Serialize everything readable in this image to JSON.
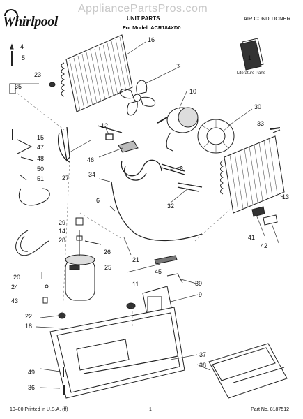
{
  "header": {
    "brand": "Whirlpool",
    "watermark": "AppliancePartsPros.com",
    "title": "UNIT PARTS",
    "model_line": "For Model: ACR184XD0",
    "category": "AIR CONDITIONER"
  },
  "literature_label": "Literature Parts",
  "callouts": [
    "1",
    "4",
    "5",
    "6",
    "7",
    "8",
    "9",
    "10",
    "11",
    "12",
    "13",
    "14",
    "15",
    "16",
    "18",
    "20",
    "21",
    "22",
    "23",
    "24",
    "25",
    "26",
    "27",
    "28",
    "29",
    "30",
    "32",
    "33",
    "34",
    "35",
    "36",
    "37",
    "38",
    "39",
    "41",
    "42",
    "43",
    "45",
    "46",
    "47",
    "48",
    "49",
    "50",
    "51"
  ],
  "footer": {
    "printed": "10–00 Printed in U.S.A. (ff)",
    "page": "1",
    "part_no": "Part No. 8187512"
  }
}
